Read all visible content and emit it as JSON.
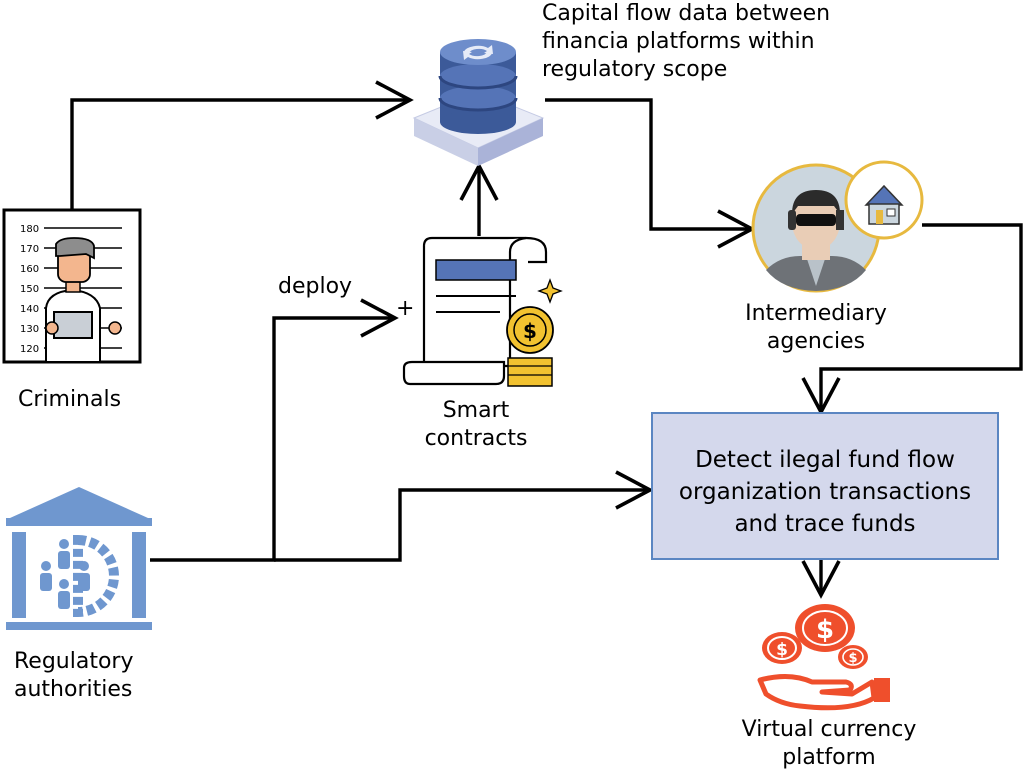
{
  "nodes": {
    "data_store": {
      "lines": [
        "Capital flow data between",
        "financia platforms within",
        "regulatory scope"
      ]
    },
    "criminals": {
      "label": "Criminals",
      "chart_ticks": [
        "180",
        "170",
        "160",
        "150",
        "140",
        "130",
        "120"
      ]
    },
    "smart_contracts": {
      "lines": [
        "Smart",
        "contracts"
      ]
    },
    "intermediary": {
      "lines": [
        "Intermediary",
        "agencies"
      ]
    },
    "regulatory": {
      "lines": [
        "Regulatory",
        "authorities"
      ]
    },
    "detect": {
      "lines": [
        "Detect ilegal fund flow",
        "organization transactions",
        "and trace funds"
      ]
    },
    "virtual_currency": {
      "lines": [
        "Virtual currency",
        "platform"
      ]
    }
  },
  "edges": {
    "deploy_label": "deploy",
    "plus_sign": "+"
  },
  "icons": {
    "database": "database-sync-icon",
    "criminal": "criminal-mugshot-icon",
    "contract": "smart-contract-scroll-icon",
    "agent": "intermediary-agent-icon",
    "bank": "regulatory-building-icon",
    "money": "money-hand-icon"
  },
  "colors": {
    "arrow": "#000000",
    "box_fill": "#d4d8ec",
    "box_stroke": "#5b86c2",
    "bank_blue": "#6f97cf",
    "money_red": "#ef4f2c",
    "coin_gold": "#f2c230",
    "db_blue": "#4c68a8"
  }
}
